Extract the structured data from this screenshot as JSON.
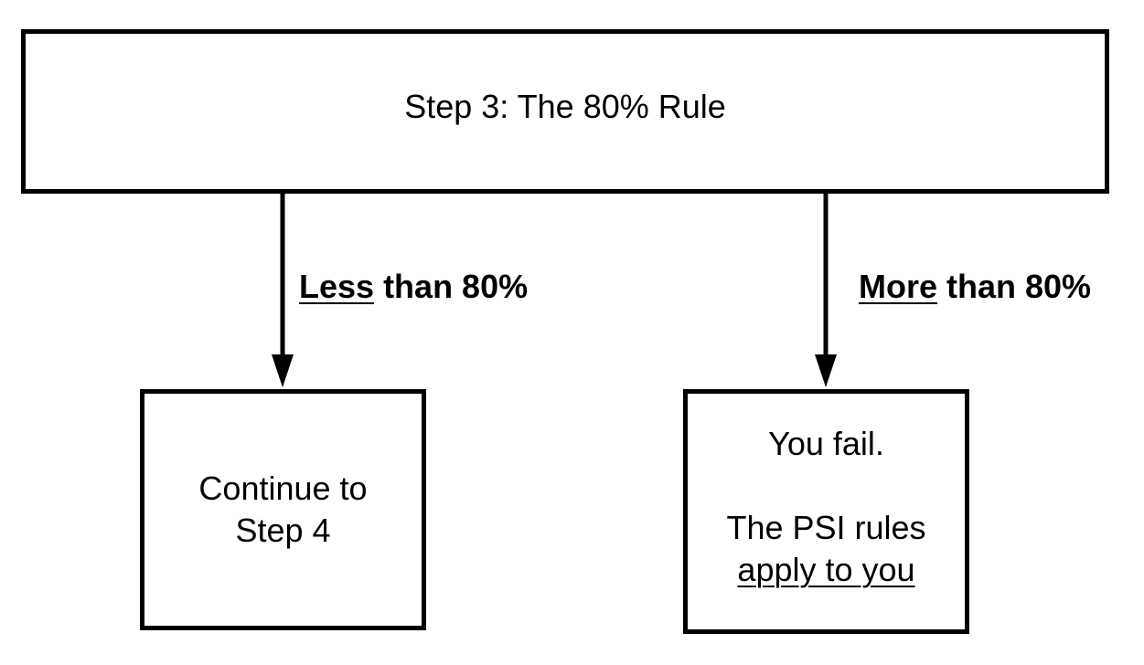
{
  "step": {
    "title": "Step 3: The 80% Rule"
  },
  "branches": {
    "left": {
      "emphasis": "Less",
      "rest": " than 80%"
    },
    "right": {
      "emphasis": "More",
      "rest": " than 80%"
    }
  },
  "outcomes": {
    "continue": {
      "line1": "Continue to",
      "line2": "Step 4"
    },
    "fail": {
      "line1": "You fail.",
      "line2": "The PSI rules",
      "line3": "apply to you"
    }
  }
}
